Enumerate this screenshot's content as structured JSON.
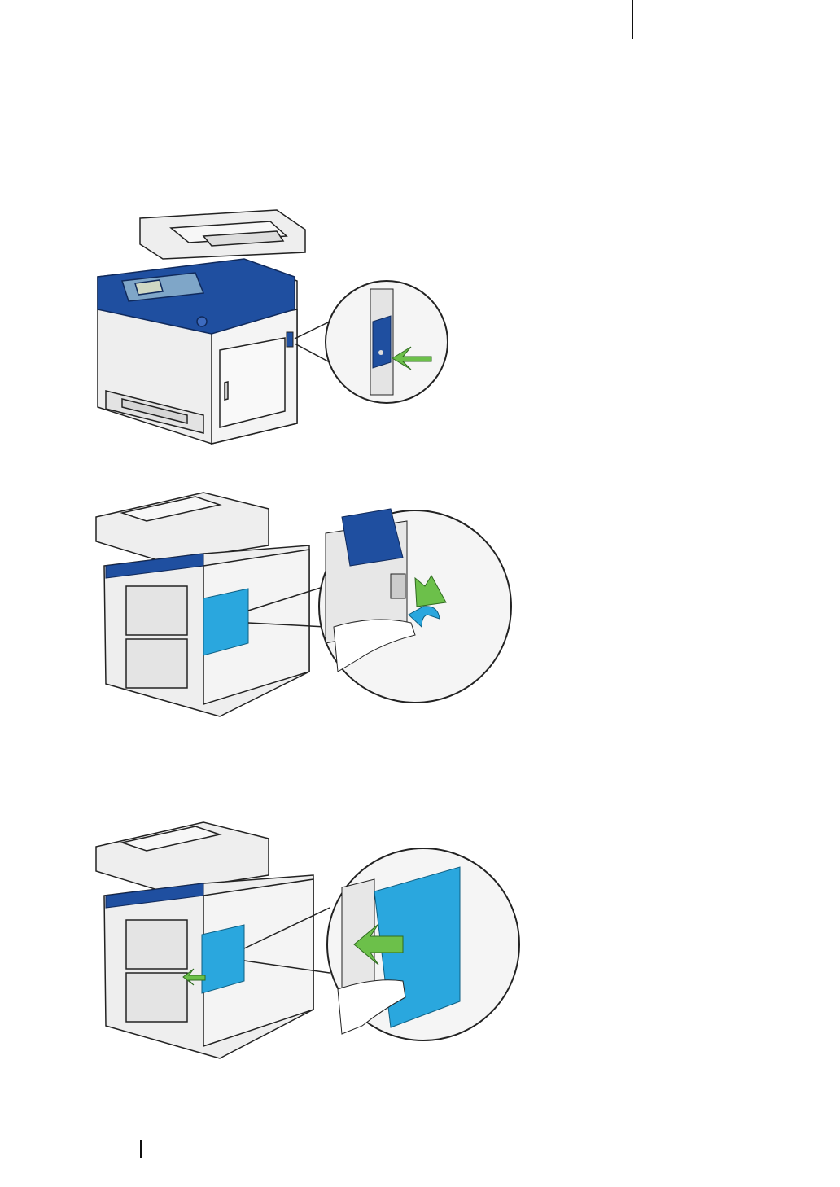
{
  "page": {
    "type": "manual-illustration-page",
    "figures": [
      {
        "id": "fig1",
        "icon": "printer-power-switch-off"
      },
      {
        "id": "fig2",
        "icon": "printer-rear-cover-release"
      },
      {
        "id": "fig3",
        "icon": "printer-rear-cover-remove"
      }
    ]
  },
  "colors": {
    "printer_blue": "#1f4fa0",
    "cover_blue": "#2aa7de",
    "arrow_green": "#6cc04a",
    "body_light": "#eeeeee",
    "outline": "#222222"
  }
}
